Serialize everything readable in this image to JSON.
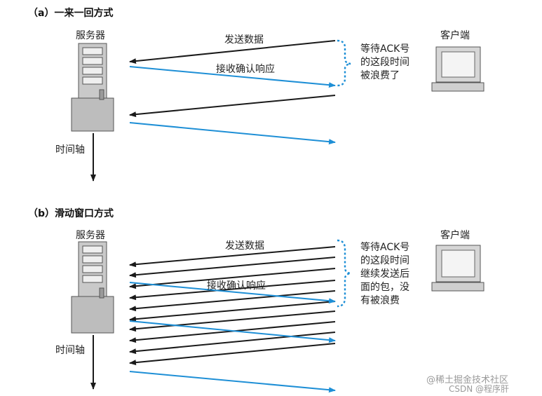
{
  "colors": {
    "send_arrow": "#1a1a1a",
    "ack_arrow": "#1e8fd6",
    "brace": "#1e8fd6",
    "server_body": "#c9c9c9",
    "client_body": "#d6d6d6"
  },
  "icons": [
    "server-icon",
    "client-computer-icon",
    "time-axis-arrow",
    "dotted-brace"
  ],
  "section_a": {
    "title": "（a）一来一回方式",
    "server_label": "服务器",
    "client_label": "客户端",
    "time_axis_label": "时间轴",
    "send_label": "发送数据",
    "ack_label": "接收确认响应",
    "note_lines": [
      "等待ACK号",
      "的这段时间",
      "被浪费了"
    ]
  },
  "section_b": {
    "title": "（b）滑动窗口方式",
    "server_label": "服务器",
    "client_label": "客户端",
    "time_axis_label": "时间轴",
    "send_label": "发送数据",
    "ack_label": "接收确认响应",
    "note_lines": [
      "等待ACK号",
      "的这段时间",
      "继续发送后",
      "面的包，没",
      "有被浪费"
    ]
  },
  "watermark": {
    "line1": "@稀土掘金技术社区",
    "line2": "CSDN @程序肝"
  }
}
